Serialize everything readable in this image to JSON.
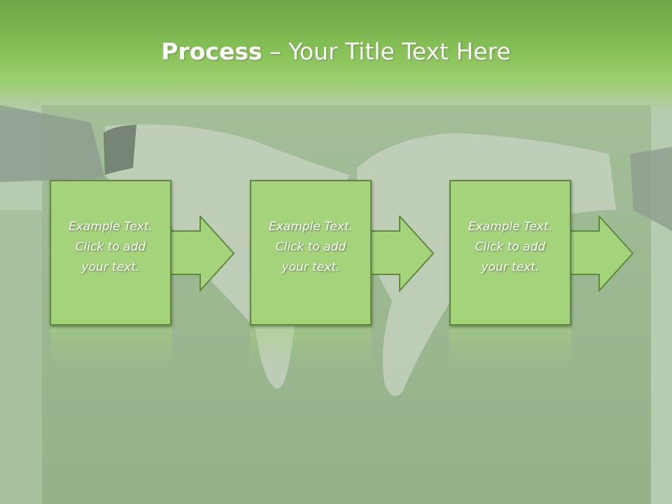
{
  "slide": {
    "title_bold": "Process",
    "title_rest": " – Your Title Text Here"
  },
  "steps": [
    {
      "lines": [
        "Example Text.",
        "Click  to add",
        "your text."
      ]
    },
    {
      "lines": [
        "Example Text.",
        "Click  to add",
        "your text."
      ]
    },
    {
      "lines": [
        "Example Text.",
        "Click  to add",
        "your text."
      ]
    }
  ],
  "colors": {
    "title_band": "#86c056",
    "box_fill": "#a5d37c",
    "box_border": "#5f8a3d",
    "text": "#ffffff"
  }
}
